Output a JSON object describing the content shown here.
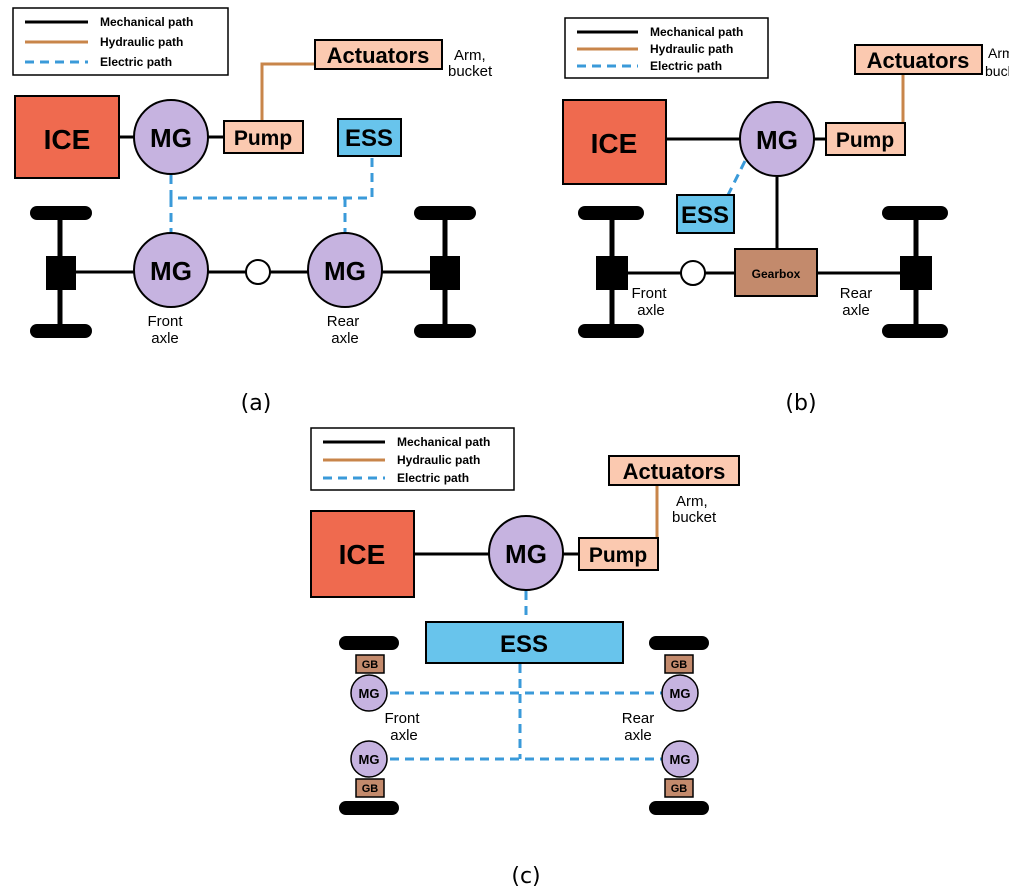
{
  "legend": {
    "mechanical": "Mechanical path",
    "hydraulic": "Hydraulic path",
    "electric": "Electric path"
  },
  "colors": {
    "mechanical": "#000000",
    "hydraulic": "#c8854a",
    "electric": "#3a9ad9",
    "ice": "#ef6a4f",
    "mg": "#c6b3e0",
    "pump": "#fbc9b0",
    "ess": "#68c4ec",
    "gearbox": "#c38a6c"
  },
  "labels": {
    "ice": "ICE",
    "mg": "MG",
    "pump": "Pump",
    "actuators": "Actuators",
    "arm": "Arm,",
    "bucket": "bucket",
    "ess": "ESS",
    "gearbox": "Gearbox",
    "gb": "GB",
    "front": "Front",
    "rear": "Rear",
    "axle": "axle"
  },
  "captions": {
    "a": "(a)",
    "b": "(b)",
    "c": "(c)"
  }
}
